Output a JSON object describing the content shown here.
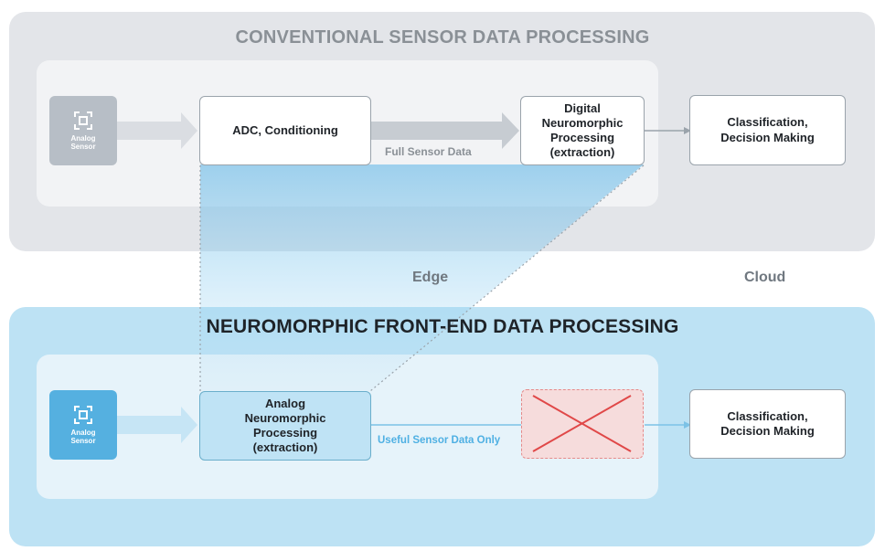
{
  "top_section": {
    "title": "CONVENTIONAL SENSOR DATA PROCESSING",
    "sensor_label": "Analog Sensor",
    "box_adc": "ADC, Conditioning",
    "flow_label": "Full Sensor Data",
    "box_digital": "Digital Neuromorphic Processing (extraction)",
    "box_classification": "Classification, Decision Making"
  },
  "zones": {
    "edge": "Edge",
    "cloud": "Cloud"
  },
  "bottom_section": {
    "title": "NEUROMORPHIC FRONT-END DATA PROCESSING",
    "sensor_label": "Analog Sensor",
    "box_analog": "Analog Neuromorphic Processing (extraction)",
    "flow_label": "Useful Sensor Data Only",
    "box_classification": "Classification, Decision Making"
  },
  "colors": {
    "top_panel": "#e3e5e9",
    "bottom_panel": "#bde2f4",
    "accent_blue": "#55b0e0",
    "cross_red": "#e04848"
  }
}
